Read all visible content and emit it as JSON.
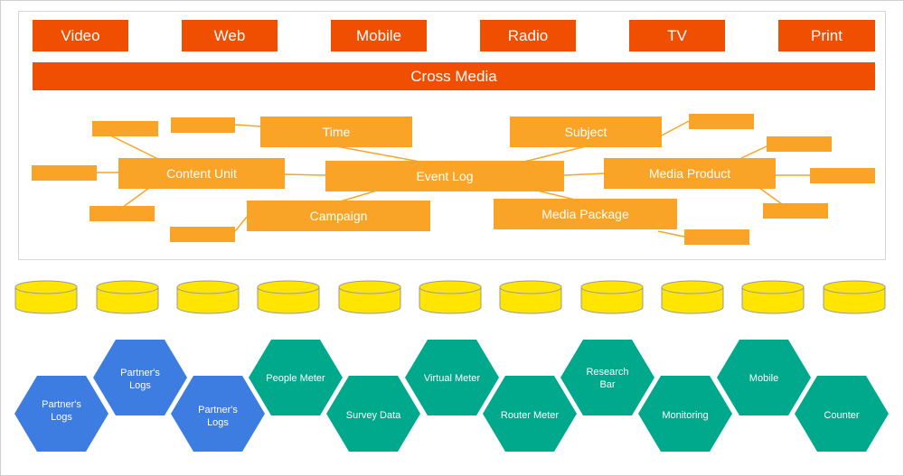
{
  "colors": {
    "media_bar": "#f04e00",
    "entity": "#f9a427",
    "cylinder": "#ffe500",
    "hex_blue": "#3d7ce0",
    "hex_teal": "#00a88c"
  },
  "media_channels": [
    "Video",
    "Web",
    "Mobile",
    "Radio",
    "TV",
    "Print"
  ],
  "cross_media": "Cross Media",
  "entities": {
    "time": "Time",
    "subject": "Subject",
    "content_unit": "Content Unit",
    "event_log": "Event Log",
    "media_product": "Media Product",
    "campaign": "Campaign",
    "media_package": "Media Package"
  },
  "data_sources": [
    "Partner's Logs",
    "Partner's Logs",
    "Partner's Logs",
    "People Meter",
    "Survey Data",
    "Virtual Meter",
    "Router Meter",
    "Research Bar",
    "Monitoring",
    "Mobile",
    "Counter"
  ]
}
